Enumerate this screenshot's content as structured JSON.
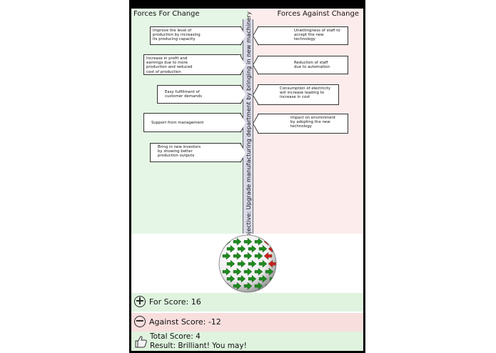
{
  "headers": {
    "for": "Forces For Change",
    "against": "Forces Against Change"
  },
  "objective": "Objective: Upgrade manufacturing department by bringing in new machinery",
  "forces_for": [
    {
      "lines": [
        "Improve the level of",
        "production by increasing",
        "its producing capacity"
      ]
    },
    {
      "lines": [
        "Increase in profit and",
        "earnings due to more",
        "production and reduced",
        "cost of production"
      ]
    },
    {
      "lines": [
        "Easy fulfillment of",
        "customer demands"
      ]
    },
    {
      "lines": [
        "Support from management"
      ]
    },
    {
      "lines": [
        "Bring in new investors",
        "by showing better",
        "production outputs"
      ]
    }
  ],
  "forces_against": [
    {
      "lines": [
        "Unwillingness of staff to",
        "accept the new",
        "technology"
      ]
    },
    {
      "lines": [
        "Reduction of staff",
        "due to automation"
      ]
    },
    {
      "lines": [
        "Consumption of electricity",
        "will increase leading to",
        "increase in cost"
      ]
    },
    {
      "lines": [
        "Impact on environment",
        "by adopting the new",
        "technology"
      ]
    }
  ],
  "scores": {
    "for_label": "For Score: 16",
    "against_label": "Against Score: -12",
    "total_label": "Total Score: 4",
    "result_label": "Result: Brilliant! You may!"
  },
  "icons": {
    "for": "plus-circle-icon",
    "against": "minus-circle-icon",
    "total": "thumbs-up-icon",
    "globe": "arrows-globe-icon"
  },
  "colors": {
    "for_bg": "#e6f6e6",
    "against_bg": "#fdecec",
    "arrow_green": "#1e8a1e",
    "arrow_red": "#cc1f1f"
  }
}
